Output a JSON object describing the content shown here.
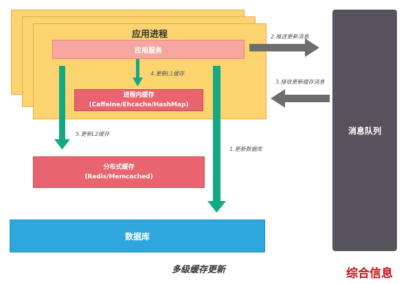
{
  "process": {
    "title": "应用进程"
  },
  "app_service": {
    "label": "应用服务"
  },
  "local_cache": {
    "line1": "进程内缓存",
    "line2": "(Caffeine/Ehcache/HashMap)"
  },
  "distributed_cache": {
    "line1": "分布式缓存",
    "line2": "(Redis/Memcached)"
  },
  "database": {
    "label": "数据库"
  },
  "message_queue": {
    "label": "消息队列"
  },
  "steps": {
    "step1": "1.更新数据库",
    "step2": "2.推送更新消息",
    "step3": "3.接收更新缓存消息",
    "step4": "4.更新L1缓存",
    "step5": "5.更新L2缓存"
  },
  "caption": "多级缓存更新",
  "watermark": "综合信息",
  "colors": {
    "process_bg": "#fcd46f",
    "app_service_bg": "#f6a6a0",
    "cache_bg": "#e8646e",
    "database_bg": "#2ea6de",
    "queue_bg": "#57535d",
    "green_arrow": "#14a883",
    "gray_arrow": "#6d6d6d",
    "watermark": "#c9121b"
  }
}
